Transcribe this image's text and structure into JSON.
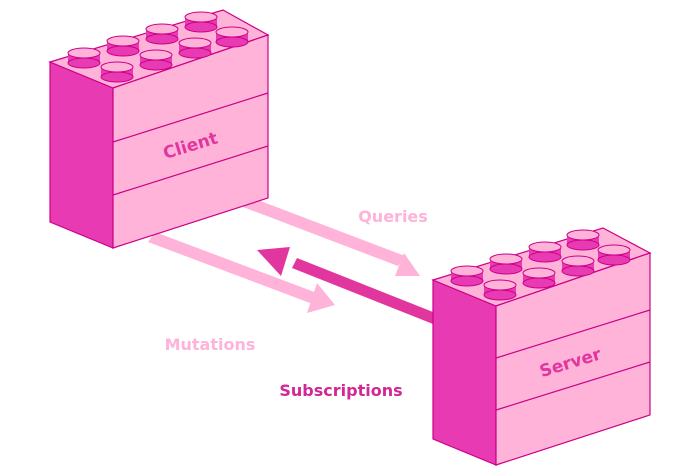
{
  "diagram": {
    "client_label": "Client",
    "server_label": "Server",
    "queries_label": "Queries",
    "mutations_label": "Mutations",
    "subscriptions_label": "Subscriptions"
  },
  "colors": {
    "face_light": "#ffb3d9",
    "face_dark": "#e83ab3",
    "stroke": "#cc0088",
    "arrow_light": "#ffb3d9",
    "arrow_dark": "#e2369f",
    "text_dark": "#d22796",
    "text_light": "#ffb3d9"
  }
}
